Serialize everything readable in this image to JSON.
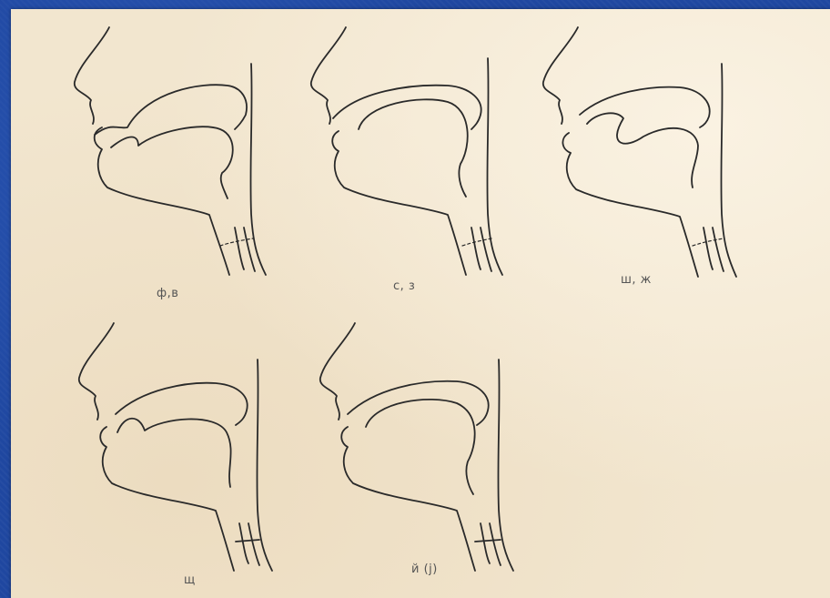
{
  "labels": {
    "fv": "ф,в",
    "sz": "с, з",
    "shzh": "ш, ж",
    "shch": "щ",
    "j": "й (j)"
  }
}
